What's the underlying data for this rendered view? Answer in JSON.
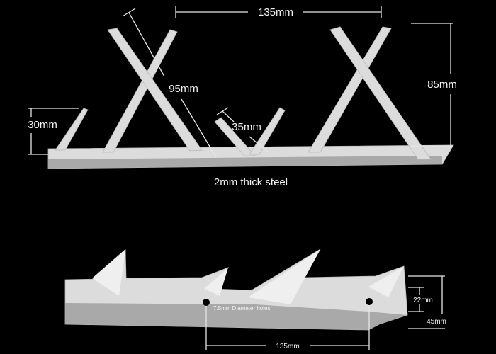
{
  "top_view": {
    "width_label": "135mm",
    "height_label": "85mm",
    "diagonal_label": "95mm",
    "short_spike_label": "30mm",
    "inner_spike_label": "35mm",
    "material_label": "2mm thick steel"
  },
  "bottom_view": {
    "hole_label": "7.5mm Diameter holes",
    "hole_spacing_label": "135mm",
    "inner_height_label": "22mm",
    "outer_height_label": "45mm"
  },
  "colors": {
    "background": "#000000",
    "steel": "#dcdcdc",
    "text": "#f2f2f2"
  }
}
